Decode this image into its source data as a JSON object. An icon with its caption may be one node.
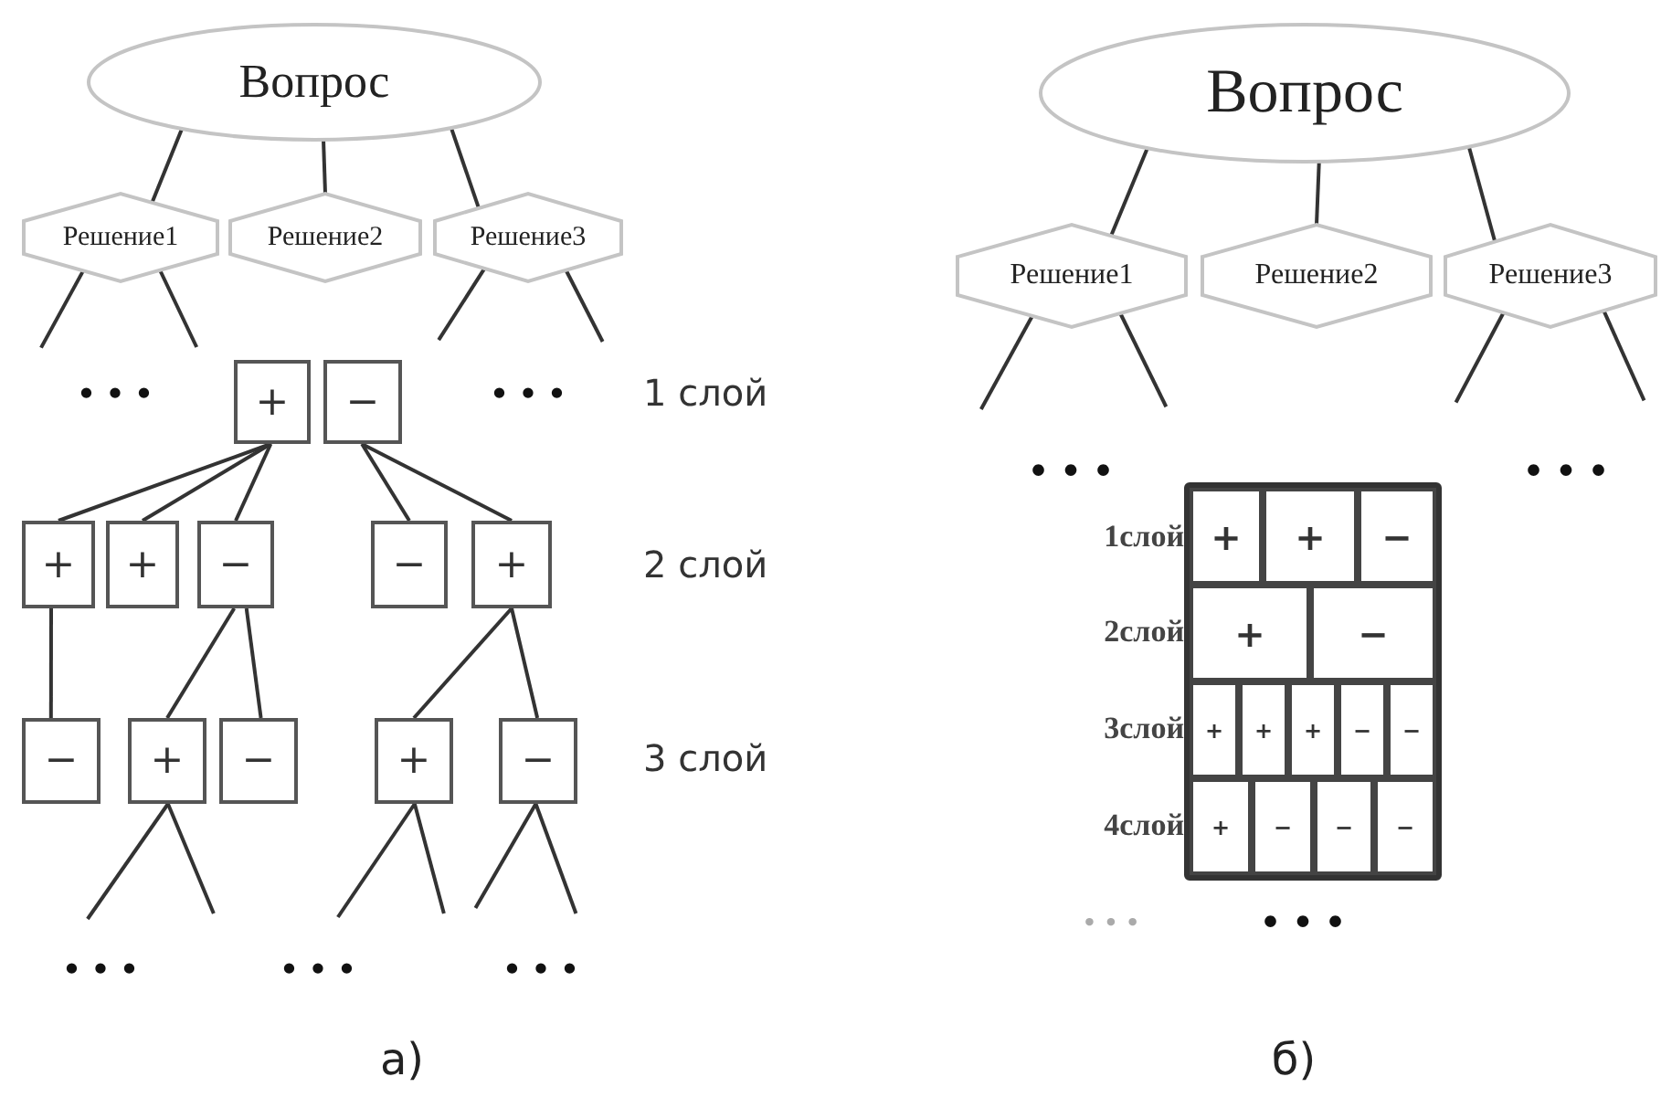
{
  "diagram": {
    "nodes": [
      {
        "text": [
          "Вопрос"
        ]
      },
      {
        "text": [
          "Решение1"
        ]
      },
      {
        "text": [
          "Решение2"
        ]
      },
      {
        "text": [
          "Решение3"
        ]
      },
      {
        "text": [
          "+"
        ]
      },
      {
        "text": [
          "−"
        ]
      },
      {
        "text": [
          "+"
        ]
      },
      {
        "text": [
          "+"
        ]
      },
      {
        "text": [
          "−"
        ]
      },
      {
        "text": [
          "−"
        ]
      },
      {
        "text": [
          "+"
        ]
      },
      {
        "text": [
          "−"
        ]
      },
      {
        "text": [
          "+"
        ]
      },
      {
        "text": [
          "−"
        ]
      },
      {
        "text": [
          "+"
        ]
      },
      {
        "text": [
          "−"
        ]
      },
      {
        "text": [
          "Вопрос"
        ]
      },
      {
        "text": [
          "Решение1"
        ]
      },
      {
        "text": [
          "Решение2"
        ]
      },
      {
        "text": [
          "Решение3"
        ]
      }
    ],
    "edges": [
      {
        "from": 0,
        "to": 1,
        "arrow": "none"
      },
      {
        "from": 0,
        "to": 2,
        "arrow": "none"
      },
      {
        "from": 0,
        "to": 3,
        "arrow": "none"
      },
      {
        "from": 1,
        "to": null,
        "arrow": "none"
      },
      {
        "from": 1,
        "to": null,
        "arrow": "none"
      },
      {
        "from": 3,
        "to": null,
        "arrow": "none"
      },
      {
        "from": 3,
        "to": null,
        "arrow": "none"
      },
      {
        "from": 4,
        "to": 6,
        "arrow": "none"
      },
      {
        "from": 4,
        "to": 7,
        "arrow": "none"
      },
      {
        "from": 4,
        "to": 8,
        "arrow": "none"
      },
      {
        "from": 5,
        "to": 9,
        "arrow": "none"
      },
      {
        "from": 5,
        "to": 10,
        "arrow": "none"
      },
      {
        "from": 6,
        "to": 11,
        "arrow": "none"
      },
      {
        "from": 8,
        "to": 12,
        "arrow": "none"
      },
      {
        "from": 8,
        "to": 13,
        "arrow": "none"
      },
      {
        "from": 10,
        "to": 14,
        "arrow": "none"
      },
      {
        "from": 10,
        "to": 15,
        "arrow": "none"
      },
      {
        "from": 12,
        "to": null,
        "arrow": "none"
      },
      {
        "from": 12,
        "to": null,
        "arrow": "none"
      },
      {
        "from": 14,
        "to": null,
        "arrow": "none"
      },
      {
        "from": 14,
        "to": null,
        "arrow": "none"
      },
      {
        "from": 15,
        "to": null,
        "arrow": "none"
      },
      {
        "from": 15,
        "to": null,
        "arrow": "none"
      },
      {
        "from": 16,
        "to": 17,
        "arrow": "none"
      },
      {
        "from": 16,
        "to": 18,
        "arrow": "none"
      },
      {
        "from": 16,
        "to": 19,
        "arrow": "none"
      },
      {
        "from": 17,
        "to": null,
        "arrow": "none"
      },
      {
        "from": 17,
        "to": null,
        "arrow": "none"
      },
      {
        "from": 19,
        "to": null,
        "arrow": "none"
      },
      {
        "from": 19,
        "to": null,
        "arrow": "none"
      }
    ],
    "labels": [
      "• • •",
      "• • •",
      "1 слой",
      "2 слой",
      "3 слой",
      "• • •",
      "• • •",
      "• • •",
      "а)",
      "• • •",
      "• • •",
      "1слой",
      "+",
      "+",
      "−",
      "2слой",
      "+",
      "−",
      "3слой",
      "+",
      "+",
      "+",
      "−",
      "−",
      "4слой",
      "+",
      "−",
      "−",
      "−",
      "• • •",
      "• • •",
      "б)"
    ]
  }
}
